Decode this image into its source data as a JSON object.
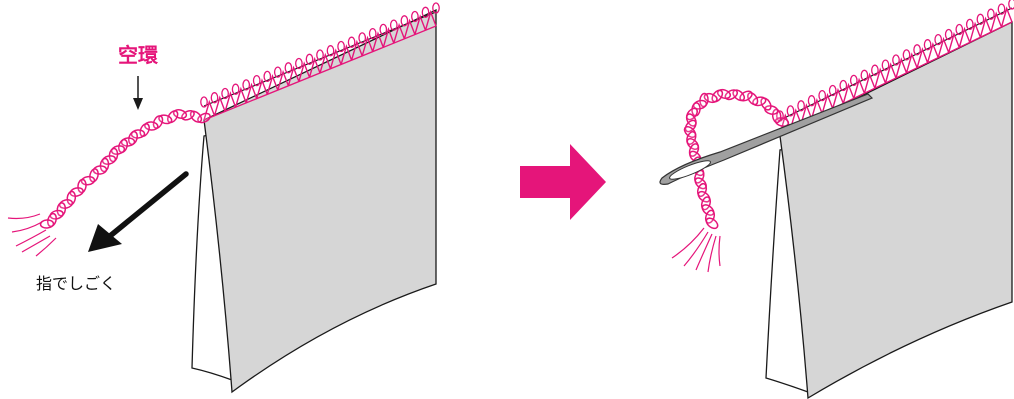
{
  "labels": {
    "chain": "空環",
    "instruction": "指でしごく"
  },
  "colors": {
    "accent": "#e5157a",
    "fabric": "#d6d6d6",
    "outline": "#1a1a1a",
    "needle": "#9a9a9a"
  },
  "panels": [
    {
      "step": "before",
      "shows": [
        "fabric",
        "overlock-edge",
        "thread-chain",
        "arrow"
      ]
    },
    {
      "step": "after",
      "shows": [
        "fabric",
        "overlock-edge",
        "thread-chain",
        "needle"
      ]
    }
  ],
  "transition": {
    "icon": "right-arrow-icon"
  }
}
